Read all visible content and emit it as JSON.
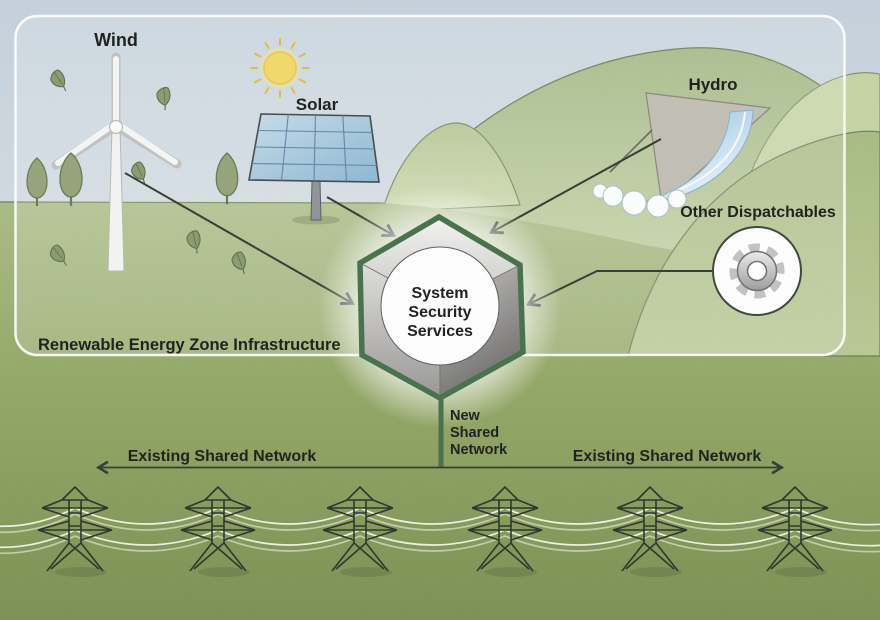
{
  "diagram_title": "Renewable Energy Zone Infrastructure",
  "zone_label": "Renewable Energy Zone Infrastructure",
  "sources": {
    "wind": "Wind",
    "solar": "Solar",
    "hydro": "Hydro",
    "other_dispatchables": "Other Dispatchables"
  },
  "hub": {
    "line1": "System",
    "line2": "Security",
    "line3": "Services"
  },
  "network": {
    "new_shared": {
      "line1": "New",
      "line2": "Shared",
      "line3": "Network"
    },
    "existing_left": "Existing Shared Network",
    "existing_right": "Existing Shared Network"
  },
  "tower_count": 6,
  "icons": {
    "wind_turbine": "wind-turbine-icon",
    "sun": "sun-icon",
    "solar_panel": "solar-panel-icon",
    "hydro_dam": "hydro-dam-waterfall-icon",
    "gear": "gear-icon",
    "hexagon_hub": "hexagon-hub-icon",
    "transmission_tower": "transmission-tower-icon",
    "leaf": "leaf-icon",
    "tree": "tree-icon",
    "arrow": "arrow-icon"
  },
  "colors": {
    "zone_border": "#ffffff",
    "hex_border": "#46704a",
    "arrow": "#333b33",
    "label_text": "#1d1d1b",
    "sky_top": "#c4d1dc",
    "sky_bottom": "#e9edeb",
    "grass_light": "#aabc84",
    "grass_dark": "#7c9053",
    "hill_green": "#a6bc85",
    "water_blue": "#8fc0e0",
    "sun_yellow": "#f2d96a",
    "metal_gray": "#b7b6b4"
  }
}
